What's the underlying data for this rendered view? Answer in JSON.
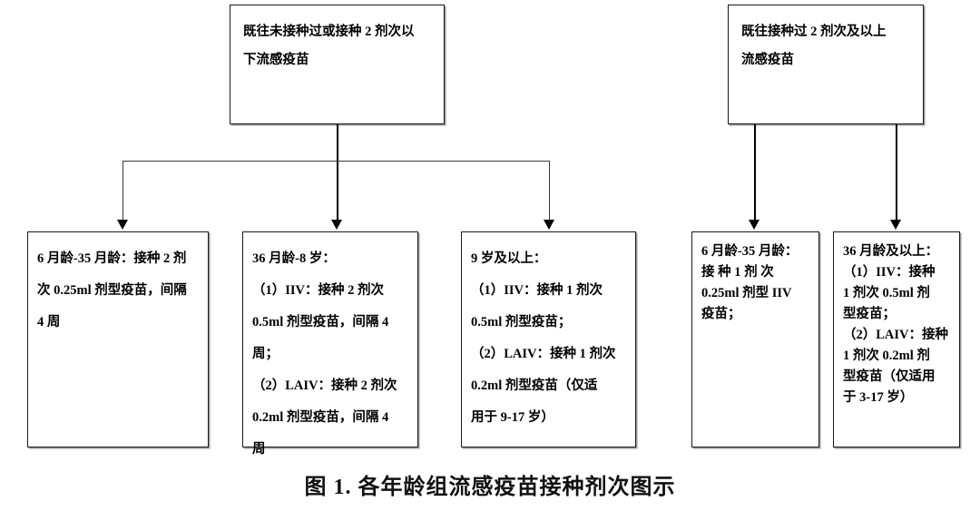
{
  "figure": {
    "caption": "图 1. 各年龄组流感疫苗接种剂次图示"
  },
  "groups": [
    {
      "id": "group-naive",
      "root": {
        "id": "root-naive",
        "label": "既往未接种过或接种 2 剂次以\n下流感疫苗"
      },
      "children": [
        {
          "id": "leaf-6to35-months-naive",
          "label": "6 月龄-35 月龄：接种 2 剂\n次 0.25ml 剂型疫苗，间隔\n4 周"
        },
        {
          "id": "leaf-36months-to-8years",
          "label": "36 月龄-8 岁：\n（1）IIV：接种 2 剂次\n0.5ml 剂型疫苗，间隔 4\n周；\n（2）LAIV：接种 2 剂次\n0.2ml 剂型疫苗，间隔 4\n周"
        },
        {
          "id": "leaf-9years-and-above",
          "label": "9 岁及以上：\n（1）IIV：接种 1 剂次\n0.5ml 剂型疫苗；\n（2）LAIV：接种 1 剂次\n0.2ml 剂型疫苗（仅适\n用于 9-17 岁）"
        }
      ]
    },
    {
      "id": "group-experienced",
      "root": {
        "id": "root-experienced",
        "label": "既往接种过 2 剂次及以上\n流感疫苗"
      },
      "children": [
        {
          "id": "leaf-6to35-months-experienced",
          "label": "6 月龄-35 月龄：\n接 种 1 剂 次\n0.25ml 剂型 IIV\n疫苗；"
        },
        {
          "id": "leaf-36months-and-above",
          "label": "36 月龄及以上：\n（1）IIV：接种\n1 剂次 0.5ml 剂\n型疫苗；\n（2）LAIV：接种\n1 剂次 0.2ml 剂\n型疫苗（仅适用\n于 3-17 岁）"
        }
      ]
    }
  ],
  "style": {
    "line_color": "#000000",
    "box_border_color": "#1a1a1a",
    "background": "#ffffff"
  }
}
